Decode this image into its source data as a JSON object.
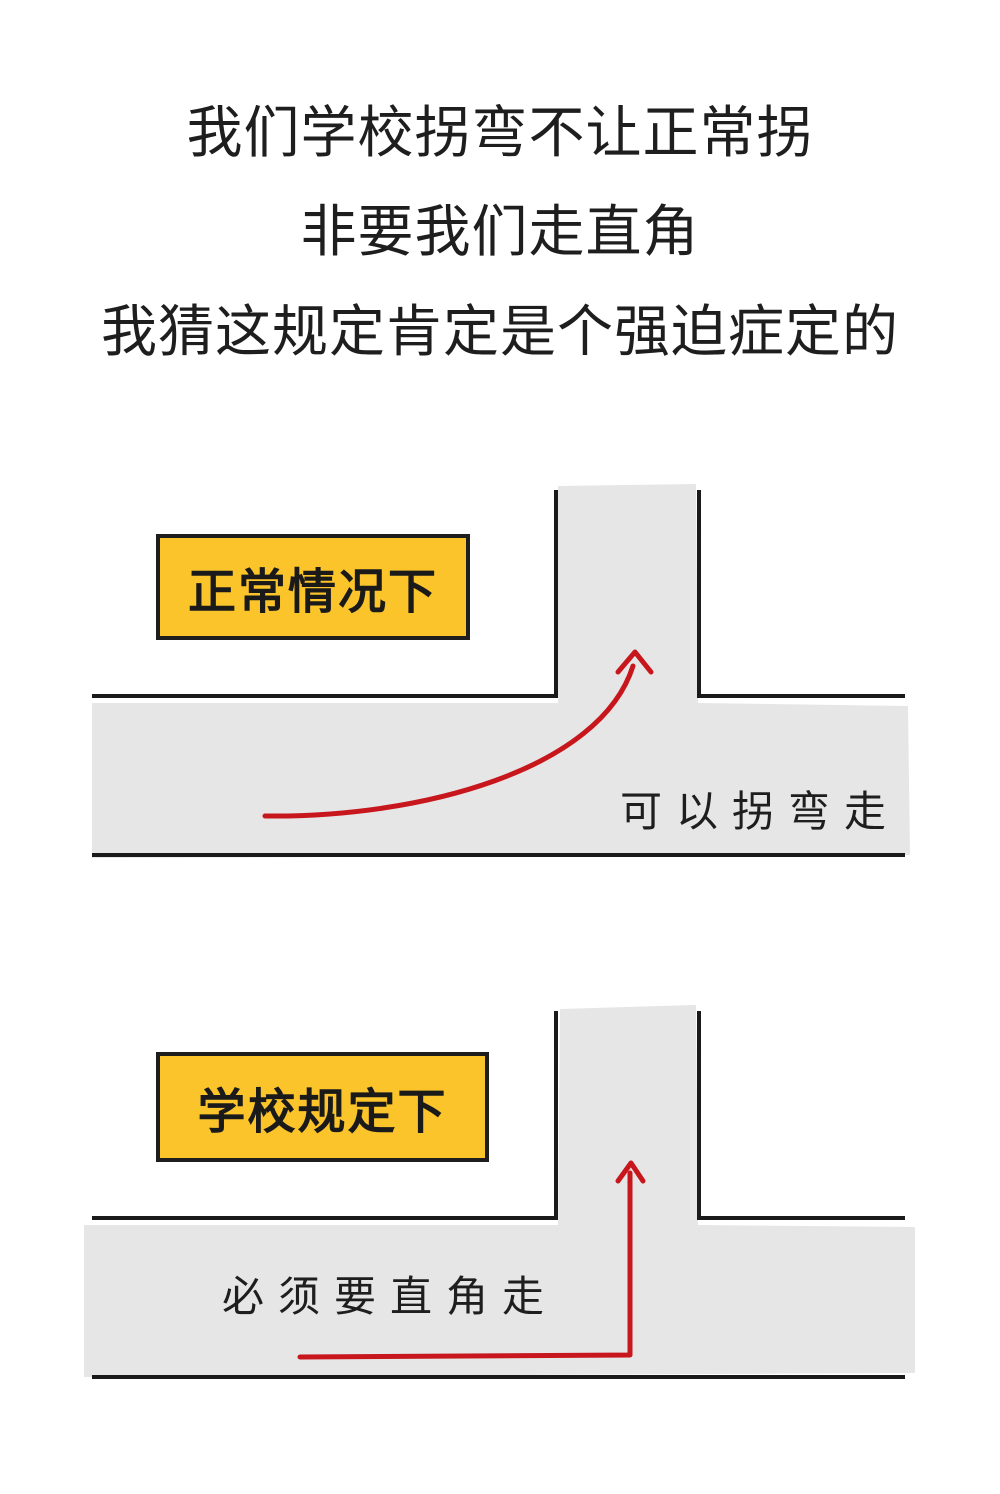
{
  "captions": {
    "line1": "我们学校拐弯不让正常拐",
    "line2": "非要我们走直角",
    "line3": "我猜这规定肯定是个强迫症定的"
  },
  "panels": {
    "normal": {
      "badge": "正常情况下",
      "note": "可以拐弯走"
    },
    "school": {
      "badge": "学校规定下",
      "note": "必须要直角走"
    }
  },
  "colors": {
    "road": "#e6e6e6",
    "wall": "#1a1a1a",
    "badge": "#fbc42a",
    "arrow": "#c8161d"
  }
}
